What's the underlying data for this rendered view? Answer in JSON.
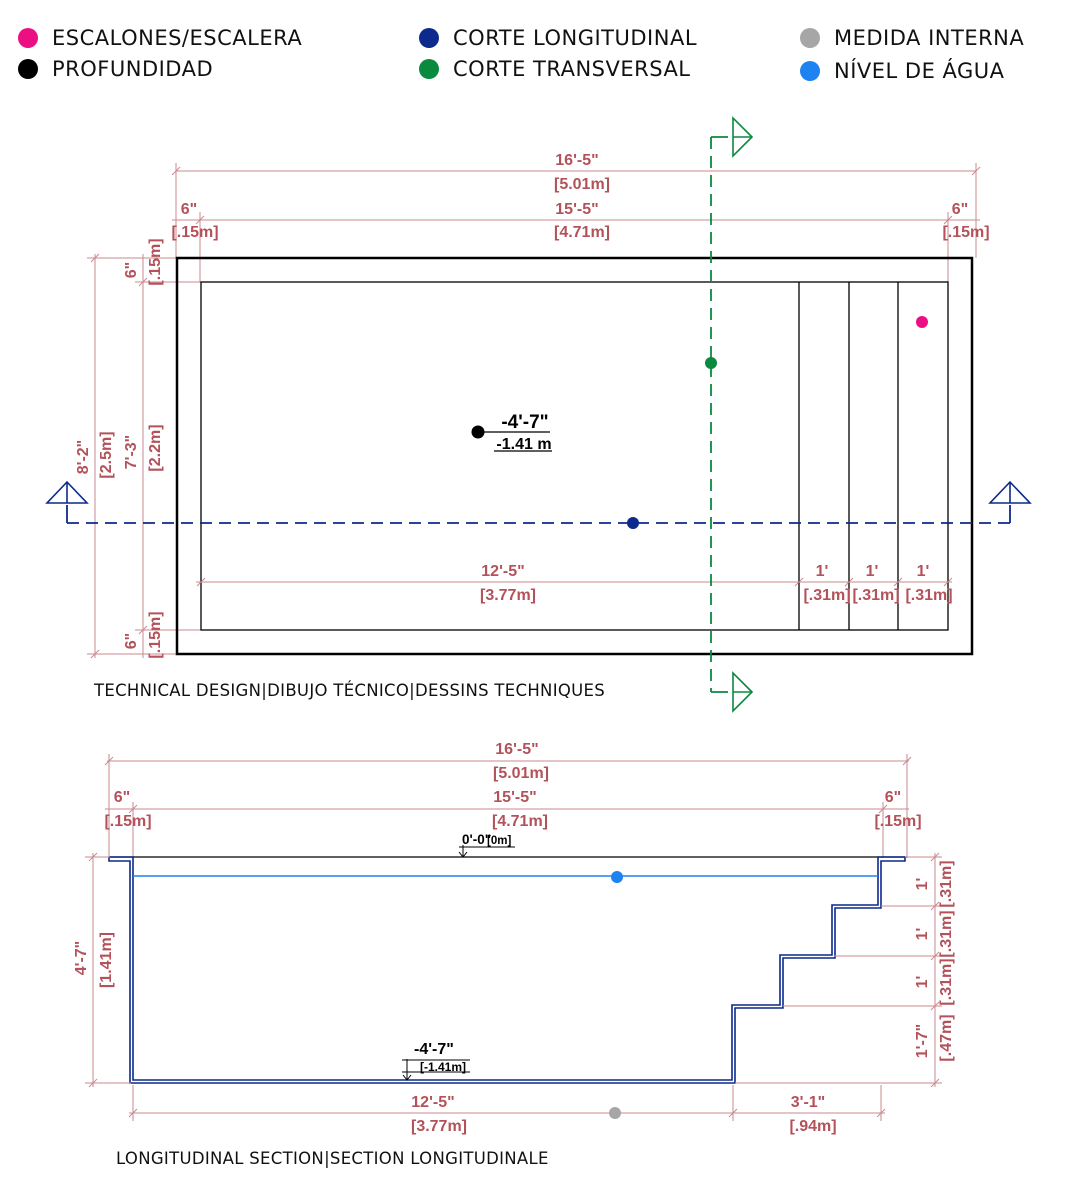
{
  "colors": {
    "steps": "#ec0f84",
    "depth": "#000000",
    "longitudinal": "#0b2a8c",
    "transversal": "#0a8a3e",
    "internal": "#a6a6a6",
    "water": "#1e82f0",
    "dimension": "#b3525a"
  },
  "legend": {
    "steps": "ESCALONES/ESCALERA",
    "depth": "PROFUNDIDAD",
    "longitudinal": "CORTE LONGITUDINAL",
    "transversal": "CORTE TRANSVERSAL",
    "internal": "MEDIDA INTERNA",
    "water": "NÍVEL DE ÁGUA"
  },
  "plan": {
    "caption": "TECHNICAL DESIGN|DIBUJO TÉCNICO|DESSINS TECHNIQUES",
    "total_length_ft": "16'-5\"",
    "total_length_m": "[5.01m]",
    "inner_length_ft": "15'-5\"",
    "inner_length_m": "[4.71m]",
    "wall_left_ft": "6\"",
    "wall_left_m": "[.15m]",
    "wall_right_ft": "6\"",
    "wall_right_m": "[.15m]",
    "total_width_ft": "8'-2\"",
    "total_width_m": "[2.5m]",
    "inner_width_ft": "7'-3\"",
    "inner_width_m": "[2.2m]",
    "wall_top_ft": "6\"",
    "wall_top_m": "[.15m]",
    "wall_bottom_ft": "6\"",
    "wall_bottom_m": "[.15m]",
    "depth_ft": "-4'-7\"",
    "depth_m": "-1.41 m",
    "floor_length_ft": "12'-5\"",
    "floor_length_m": "[3.77m]",
    "step_widths_ft": [
      "1'",
      "1'",
      "1'"
    ],
    "step_widths_m": [
      "[.31m]",
      "[.31m]",
      "[.31m]"
    ]
  },
  "section": {
    "caption": "LONGITUDINAL SECTION|SECTION LONGITUDINALE",
    "total_length_ft": "16'-5\"",
    "total_length_m": "[5.01m]",
    "inner_length_ft": "15'-5\"",
    "inner_length_m": "[4.71m]",
    "wall_left_ft": "6\"",
    "wall_left_m": "[.15m]",
    "wall_right_ft": "6\"",
    "wall_right_m": "[.15m]",
    "top_level": "0'-0\"",
    "top_level_m": "[0m]",
    "depth_ft": "-4'-7\"",
    "depth_m": "[-1.41m]",
    "height_ft": "4'-7\"",
    "height_m": "[1.41m]",
    "step_heights_ft": [
      "1'",
      "1'",
      "1'",
      "1'-7\""
    ],
    "step_heights_m": [
      "[.31m]",
      "[.31m]",
      "[.31m]",
      "[.47m]"
    ],
    "floor_length_ft": "12'-5\"",
    "floor_length_m": "[3.77m]",
    "stairs_length_ft": "3'-1\"",
    "stairs_length_m": "[.94m]"
  }
}
